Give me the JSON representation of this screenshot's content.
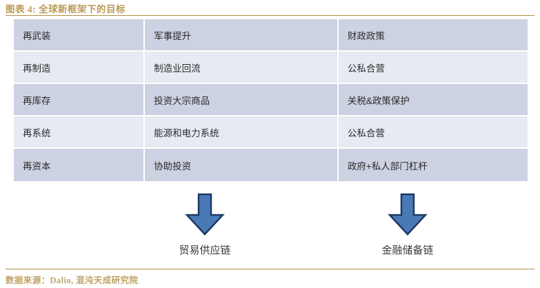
{
  "exhibit": {
    "title": "图表 4:  全球新框架下的目标",
    "accent_color": "#b08d42"
  },
  "table": {
    "row_band_dark": "#ccd2e2",
    "row_band_light": "#e7eaf3",
    "rows": [
      {
        "theme": "再武装",
        "measure": "军事提升",
        "policy": "财政政策"
      },
      {
        "theme": "再制造",
        "measure": "制造业回流",
        "policy": "公私合营"
      },
      {
        "theme": "再库存",
        "measure": "投资大宗商品",
        "policy": "关税&政策保护"
      },
      {
        "theme": "再系统",
        "measure": "能源和电力系统",
        "policy": "公私合营"
      },
      {
        "theme": "再资本",
        "measure": "协助投资",
        "policy": "政府+私人部门杠杆"
      }
    ]
  },
  "flows": {
    "arrow_fill": "#4a7ab5",
    "arrow_stroke": "#1f3864",
    "items": [
      {
        "label": "贸易供应链"
      },
      {
        "label": "金融储备链"
      }
    ]
  },
  "footer": {
    "source": "数据来源：Dalio, 混沌天成研究院"
  }
}
